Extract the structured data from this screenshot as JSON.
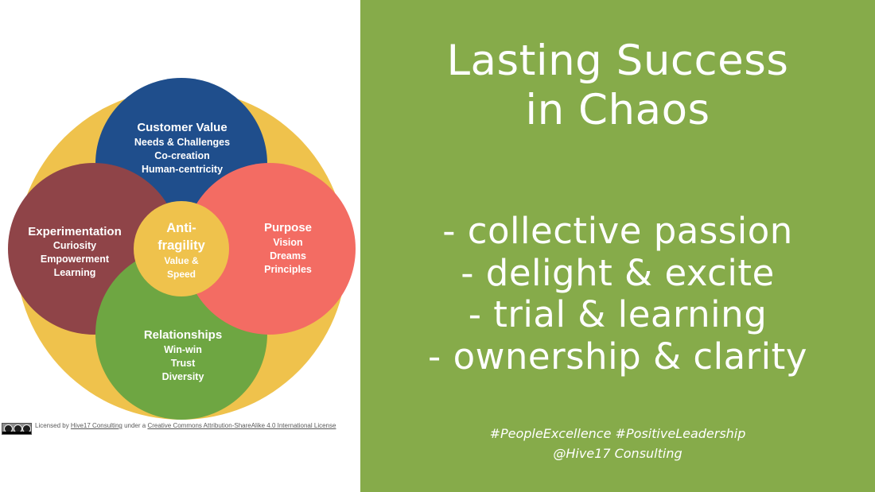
{
  "diagram": {
    "center": {
      "title_lines": [
        "Anti-",
        "fragility"
      ],
      "items": [
        "Value &",
        "Speed"
      ]
    },
    "circles": [
      {
        "id": "customer-value",
        "title": "Customer Value",
        "items": [
          "Needs & Challenges",
          "Co-creation",
          "Human-centricity"
        ],
        "color": "#1f4e8c"
      },
      {
        "id": "experimentation",
        "title": "Experimentation",
        "items": [
          "Curiosity",
          "Empowerment",
          "Learning"
        ],
        "color": "#8f4448"
      },
      {
        "id": "purpose",
        "title": "Purpose",
        "items": [
          "Vision",
          "Dreams",
          "Principles"
        ],
        "color": "#f36c63"
      },
      {
        "id": "relationships",
        "title": "Relationships",
        "items": [
          "Win-win",
          "Trust",
          "Diversity"
        ],
        "color": "#6ea642"
      }
    ],
    "outer_ring_color": "#efc24c",
    "center_color": "#efc24c"
  },
  "license": {
    "prefix": "Licensed by ",
    "org": "Hive17 Consulting",
    "middle": " under a ",
    "license_name": "Creative Commons Attribution-ShareAlike 4.0 International License"
  },
  "slide": {
    "title_lines": [
      "Lasting Success",
      "in Chaos"
    ],
    "bullets": [
      "- collective passion",
      "- delight & excite",
      "- trial & learning",
      "- ownership & clarity"
    ],
    "hashtags": "#PeopleExcellence #PositiveLeadership",
    "handle": "@Hive17 Consulting",
    "background_color": "#86ab4a"
  }
}
